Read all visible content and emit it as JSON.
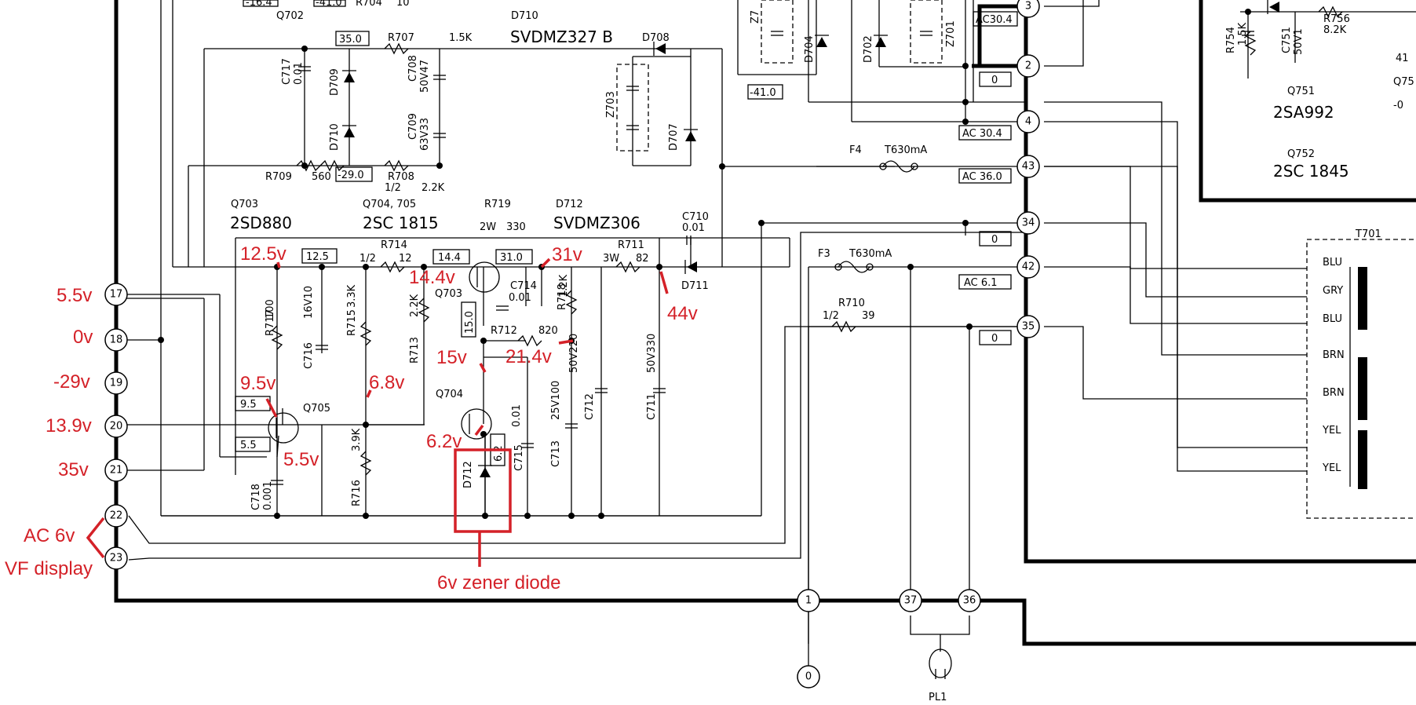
{
  "schematic": {
    "transistors": {
      "q702": "Q702",
      "q703_ref": "Q703",
      "q703_part": "2SD880",
      "q704_705_ref": "Q704, 705",
      "q704_705_part": "2SC 1815",
      "q703_label": "Q703",
      "q704_label": "Q704",
      "q705_label": "Q705",
      "q751_ref": "Q751",
      "q751_part": "2SA992",
      "q752_ref": "Q752",
      "q752_part": "2SC 1845"
    },
    "diodes": {
      "d710_ref": "D710",
      "d710_part": "SVDMZ327 B",
      "d712_ref": "D712",
      "d712_part": "SVDMZ306",
      "d708": "D708",
      "d709": "D709",
      "d710": "D710",
      "d707": "D707",
      "d711": "D711",
      "d712": "D712",
      "d704": "D704",
      "d702": "D702"
    },
    "resistors": {
      "r707": "R707",
      "r707_val": "1.5K",
      "r708": "R708",
      "r708_val": "2.2K",
      "r708_w": "1/2",
      "r709": "R709",
      "r709_val": "560",
      "r719": "R719",
      "r719_w": "2W",
      "r719_val": "330",
      "r714": "R714",
      "r714_val": "12",
      "r714_w": "1/2",
      "r711": "R711",
      "r711_w": "3W",
      "r711_val": "82",
      "r717": "R717",
      "r717_val": "100",
      "r715": "R715",
      "r715_val": "3.3K",
      "r713": "R713",
      "r713_val": "2.2K",
      "r716": "R716",
      "r716_val": "3.9K",
      "r712": "R712",
      "r712_val": "820",
      "r718": "R718",
      "r718_val": "1.2K",
      "r710": "R710",
      "r710_w": "1/2",
      "r710_val": "39",
      "r754": "R754",
      "r754_val": "1.5K",
      "r756": "R756",
      "r756_val": "8.2K",
      "r704": "R704"
    },
    "capacitors": {
      "c717": "C717",
      "c717_val": "0.01",
      "c708": "C708",
      "c708_val": "50V47",
      "c709": "C709",
      "c709_val": "63V33",
      "c710": "C710",
      "c710_val": "0.01",
      "c714": "C714",
      "c714_val": "0.01",
      "c716": "C716",
      "c716_val": "16V10",
      "c718": "C718",
      "c718_val": "0.001",
      "c715": "C715",
      "c715_val": "0.01",
      "c713": "C713",
      "c713_val": "25V100",
      "c712": "C712",
      "c712_val": "50V220",
      "c711": "C711",
      "c711_val": "50V330",
      "c751": "C751",
      "c751_val": "50V1",
      "z703": "Z703",
      "z701": "Z701",
      "z7": "Z7"
    },
    "fuses": {
      "f4": "F4",
      "f4_val": "T630mA",
      "f3": "F3",
      "f3_val": "T630mA"
    },
    "transformer": {
      "ref": "T701",
      "taps": [
        "BLU",
        "GRY",
        "BLU",
        "BRN",
        "BRN",
        "YEL",
        "YEL"
      ]
    },
    "boxed_voltages": {
      "v35": "35.0",
      "v29": "-29.0",
      "v12": "12.5",
      "v14": "14.4",
      "v31": "31.0",
      "v15": "15.0",
      "v9": "9.5",
      "v5": "5.5",
      "v6": "6.2",
      "v41": "-41.0",
      "v16": "-16.4",
      "v41b": "-41.0",
      "ac30a": "AC30.4",
      "z2": "0",
      "ac30b": "AC 30.4",
      "ac36": "AC 36.0",
      "z34": "0",
      "ac6": "AC 6.1",
      "z35": "0"
    },
    "pins_left": [
      "17",
      "18",
      "19",
      "20",
      "21",
      "22",
      "23"
    ],
    "pins_right": [
      "3",
      "2",
      "4",
      "43",
      "34",
      "42",
      "35"
    ],
    "pins_bottom": [
      "1",
      "37",
      "36"
    ],
    "ground_pin": "0",
    "lamp": "PL1",
    "top_stub": "10",
    "right_stubs": [
      "41",
      "Q75",
      "-0"
    ]
  },
  "annotations": {
    "pin17": "5.5v",
    "pin18": "0v",
    "pin19": "-29v",
    "pin20": "13.9v",
    "pin21": "35v",
    "pins22_23_a": "AC 6v",
    "pins22_23_b": "VF display",
    "q703_base": "12.5v",
    "q703_emitter": "14.4v",
    "q703_collector": "31v",
    "d711": "44v",
    "q704_collector": "15v",
    "r712_node": "21.4v",
    "q705_base": "9.5v",
    "q705_emitter": "5.5v",
    "r715_node": "6.8v",
    "zener_node": "6.2v",
    "zener_note": "6v zener diode"
  }
}
